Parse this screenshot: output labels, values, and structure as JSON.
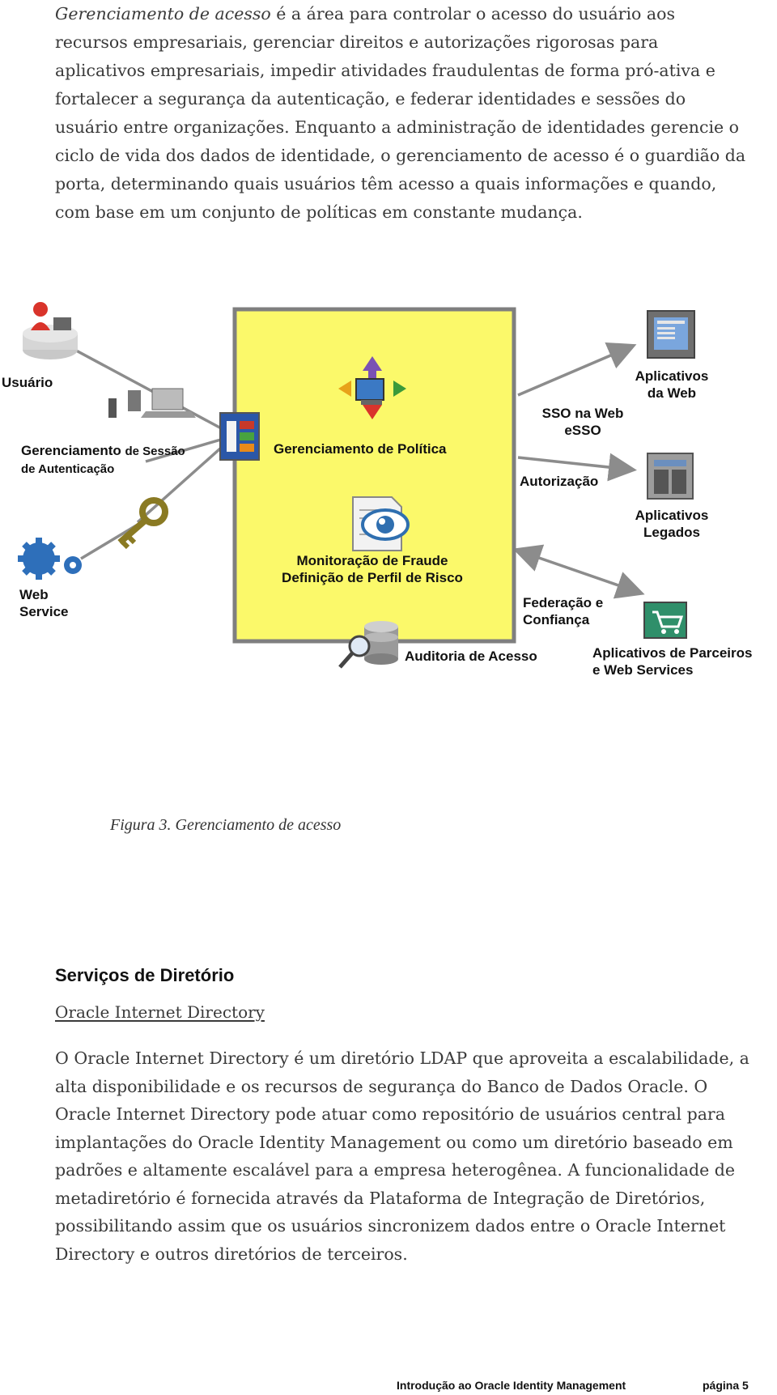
{
  "intro": {
    "term": "Gerenciamento de acesso",
    "text": " é a área para controlar o acesso do usuário aos recursos empresariais, gerenciar direitos e autorizações rigorosas para aplicativos empresariais, impedir atividades fraudulentas de forma pró-ativa e fortalecer a segurança da autenticação, e federar identidades e sessões do usuário entre organizações. Enquanto a administração de identidades gerencie o ciclo de vida dos dados de identidade, o gerenciamento de acesso é o guardião da porta, determinando quais usuários têm acesso a quais informações e quando, com base em um conjunto de políticas em constante mudança."
  },
  "diagram": {
    "colors": {
      "center_box": "#fbf96a",
      "box_border": "#7f7f7f",
      "lines": "#8c8c8c"
    },
    "labels": {
      "usuario": "Usuário",
      "sessao_main": "Gerenciamento",
      "sessao_rest": "de Sessão",
      "sessao_line2": "de Autenticação",
      "web_service_1": "Web",
      "web_service_2": "Service",
      "politica": "Gerenciamento de Política",
      "fraude_1": "Monitoração de Fraude",
      "fraude_2": "Definição de Perfil de Risco",
      "auditoria": "Auditoria de Acesso",
      "sso_1": "SSO na Web",
      "sso_2": "eSSO",
      "autorizacao": "Autorização",
      "federacao_1": "Federação e",
      "federacao_2": "Confiança",
      "apps_web_1": "Aplicativos",
      "apps_web_2": "da Web",
      "apps_legados_1": "Aplicativos",
      "apps_legados_2": "Legados",
      "parceiros_1": "Aplicativos de Parceiros",
      "parceiros_2": "e Web Services"
    },
    "icons": [
      "user-desk-icon",
      "devices-icon",
      "id-card-icon",
      "key-icon",
      "gears-icon",
      "policy-arrows-computer-icon",
      "eye-document-icon",
      "database-magnifier-icon",
      "web-window-icon",
      "server-icon",
      "shopping-cart-icon"
    ]
  },
  "caption": "Figura 3. Gerenciamento de acesso",
  "section": {
    "title": "Serviços de Diretório",
    "subtitle": "Oracle Internet Directory",
    "body": "O Oracle Internet Directory é um diretório LDAP que aproveita a escalabilidade, a alta disponibilidade e os recursos de segurança do Banco de Dados Oracle. O Oracle Internet Directory pode atuar como repositório de usuários central para implantações do Oracle Identity Management ou como um diretório baseado em padrões e altamente escalável para a empresa heterogênea. A funcionalidade de metadiretório é fornecida através da Plataforma de Integração de Diretórios, possibilitando assim que os usuários sincronizem dados entre o Oracle Internet Directory e outros diretórios de terceiros."
  },
  "footer": {
    "title": "Introdução ao Oracle Identity Management",
    "page": "página 5"
  }
}
